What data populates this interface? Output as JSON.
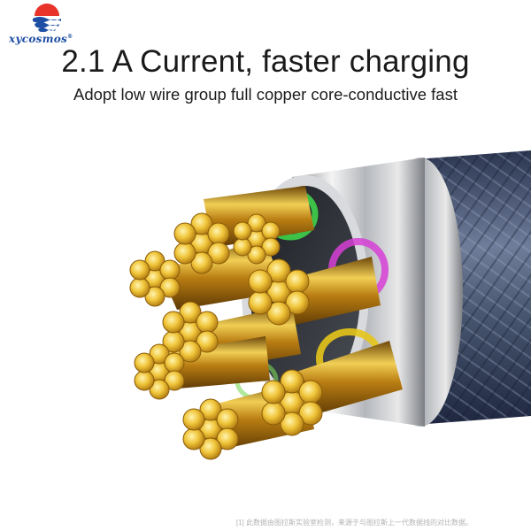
{
  "brand": {
    "name": "xycosmos",
    "mark": "®",
    "colors": {
      "primary": "#1d4ea3",
      "accent": "#e8332a"
    }
  },
  "headline": "2.1 A Current, faster charging",
  "subheadline": "Adopt low wire group full copper core-conductive fast",
  "footnote": "[1] 此数据由图拉斯实验室检测，来源于与图拉斯上一代数据线的对比数据。",
  "illustration": {
    "subject": "cable cross-section",
    "colors": {
      "copper": "#d9a520",
      "braid": "#3c4a66",
      "ferrule": "#c8c8c8",
      "ring_green": "#3fd24a",
      "ring_magenta": "#d63fd6",
      "ring_yellow": "#e6c51a"
    },
    "bundles": 8,
    "strands_per_bundle": 7
  }
}
